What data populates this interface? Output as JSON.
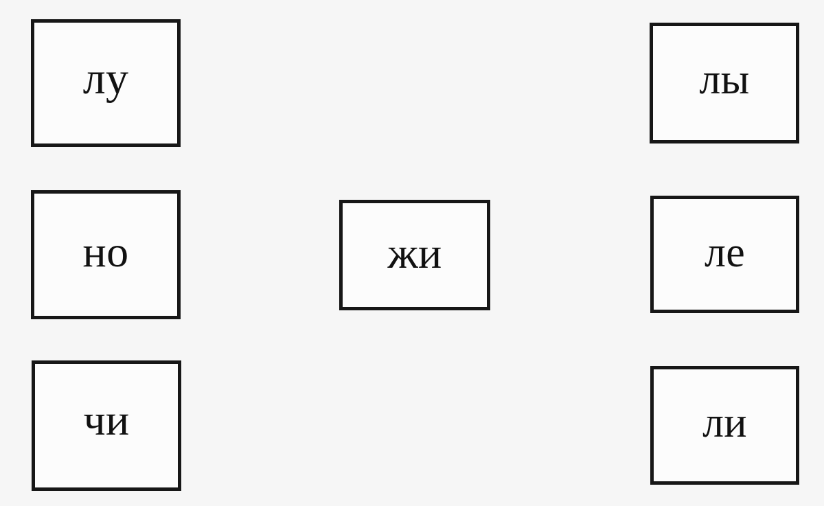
{
  "page": {
    "background_color": "#f6f6f6",
    "card_fill_color": "#fcfcfc",
    "card_border_color": "#171717",
    "text_color": "#111111"
  },
  "cards": [
    {
      "id": "lu",
      "label": "лу",
      "column": "left",
      "row": 1
    },
    {
      "id": "no",
      "label": "но",
      "column": "left",
      "row": 2
    },
    {
      "id": "chi",
      "label": "чи",
      "column": "left",
      "row": 3
    },
    {
      "id": "zhi",
      "label": "жи",
      "column": "center",
      "row": 2
    },
    {
      "id": "ly",
      "label": "лы",
      "column": "right",
      "row": 1
    },
    {
      "id": "le",
      "label": "ле",
      "column": "right",
      "row": 2
    },
    {
      "id": "li",
      "label": "ли",
      "column": "right",
      "row": 3
    }
  ]
}
